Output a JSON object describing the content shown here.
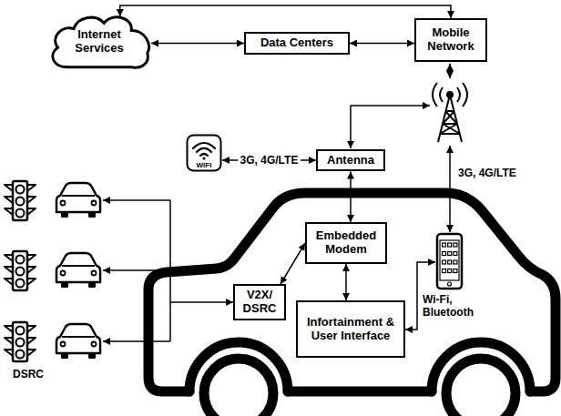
{
  "diagram": {
    "nodes": [
      {
        "text": [
          "Internet Services"
        ]
      },
      {
        "text": [
          "Data Centers"
        ]
      },
      {
        "text": [
          "Mobile Network"
        ]
      },
      {
        "text": [
          "WIFI"
        ]
      },
      {
        "text": [
          "Antenna"
        ]
      },
      {
        "text": [
          "Embedded Modem"
        ]
      },
      {
        "text": [
          "V2X/ DSRC"
        ]
      },
      {
        "text": [
          "Infortainment & User Interface"
        ]
      }
    ],
    "edges": [
      {
        "from": 0,
        "to": 1,
        "arrow": "both"
      },
      {
        "from": 1,
        "to": 2,
        "arrow": "both"
      },
      {
        "from": 2,
        "to": 0,
        "arrow": "both"
      },
      {
        "from": 3,
        "to": 4,
        "label": "3G, 4G/LTE",
        "arrow": "both"
      },
      {
        "from": 4,
        "to": 5,
        "arrow": "both"
      },
      {
        "from": 5,
        "to": 6,
        "arrow": "both"
      },
      {
        "from": 5,
        "to": 7,
        "arrow": "both"
      }
    ],
    "labels": [
      "3G, 4G/LTE",
      "Wi-Fi, Bluetooth",
      "DSRC"
    ]
  }
}
